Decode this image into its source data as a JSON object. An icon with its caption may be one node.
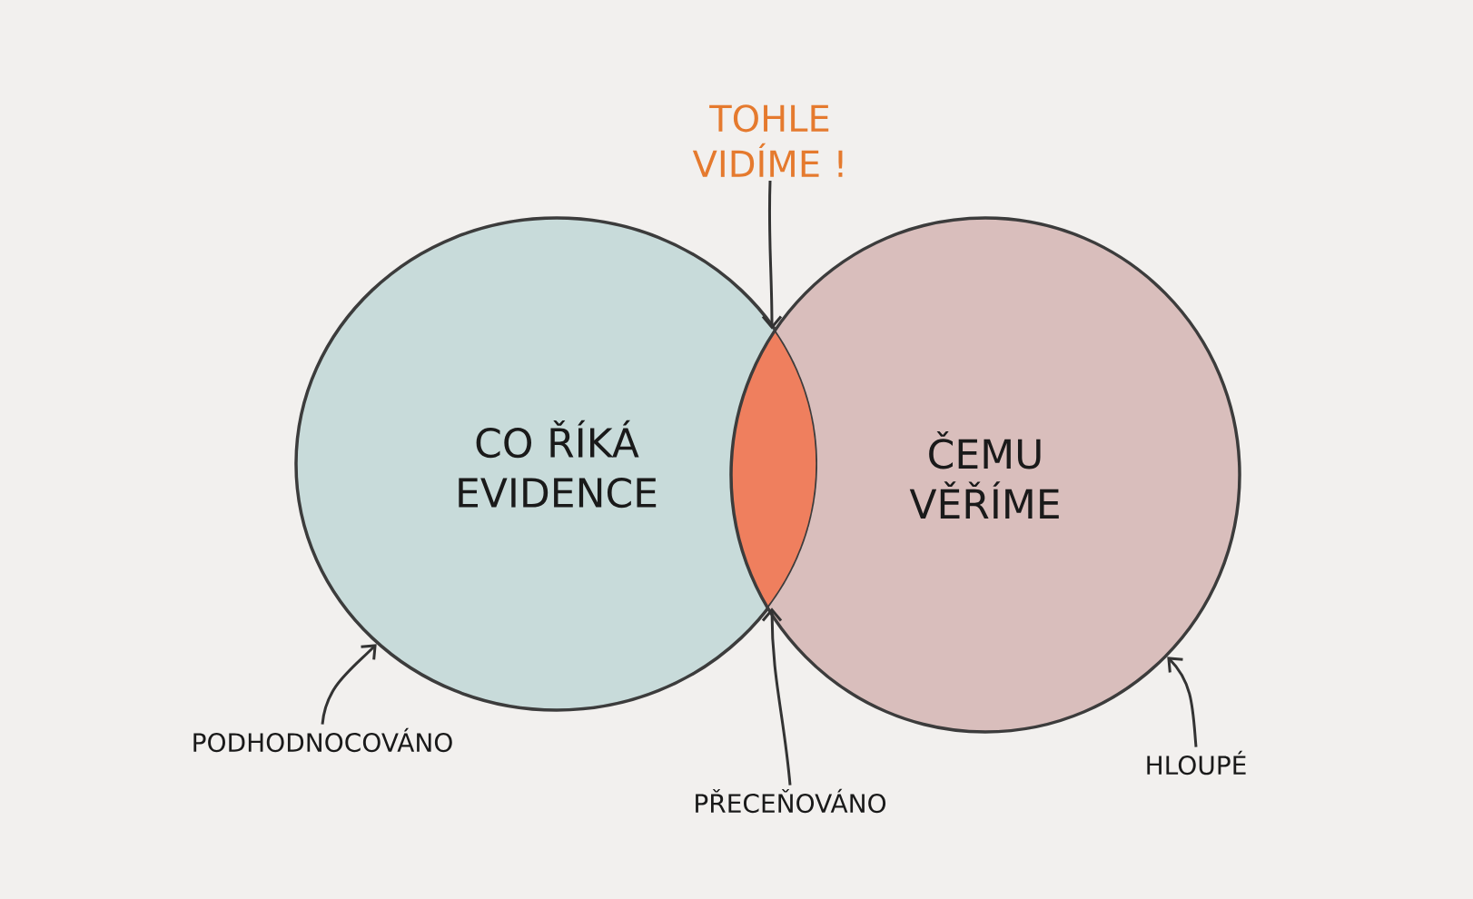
{
  "diagram": {
    "nodes": [
      {
        "text": [
          "CO ŘÍKÁ EVIDENCE"
        ]
      },
      {
        "text": [
          "ČEMU VĚŘÍME"
        ]
      },
      {
        "text": [],
        "shape": "lens"
      },
      {
        "text": [
          "TOHLE VIDÍME !"
        ]
      },
      {
        "text": [
          "PODHODNOCOVÁNO"
        ]
      },
      {
        "text": [
          "PŘECEŇOVÁNO"
        ]
      },
      {
        "text": [
          "HLOUPÉ"
        ]
      }
    ],
    "edges": [
      {
        "from": 3,
        "to": 2,
        "arrow": "to"
      },
      {
        "from": 4,
        "to": 0,
        "arrow": "to"
      },
      {
        "from": 5,
        "to": 2,
        "arrow": "to"
      },
      {
        "from": 6,
        "to": 1,
        "arrow": "to"
      }
    ]
  }
}
